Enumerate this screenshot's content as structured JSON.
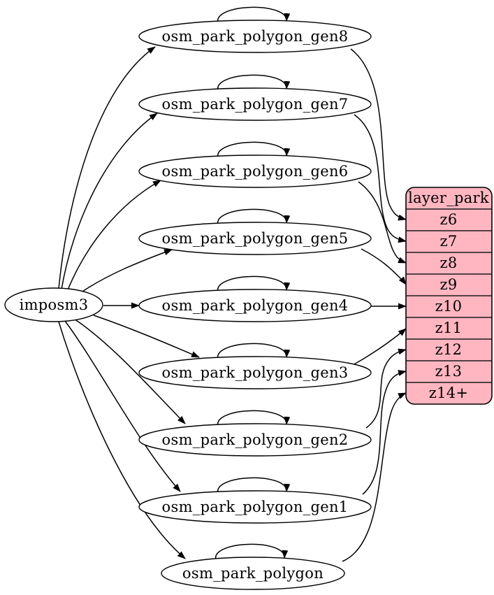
{
  "diagram": {
    "background": "#ffffff",
    "source_node": {
      "label": "imposm3"
    },
    "gen_nodes": [
      {
        "label": "osm_park_polygon_gen8",
        "self_loop": true,
        "maps_to": "z6"
      },
      {
        "label": "osm_park_polygon_gen7",
        "self_loop": true,
        "maps_to": "z7"
      },
      {
        "label": "osm_park_polygon_gen6",
        "self_loop": true,
        "maps_to": "z8"
      },
      {
        "label": "osm_park_polygon_gen5",
        "self_loop": true,
        "maps_to": "z9"
      },
      {
        "label": "osm_park_polygon_gen4",
        "self_loop": true,
        "maps_to": "z10"
      },
      {
        "label": "osm_park_polygon_gen3",
        "self_loop": true,
        "maps_to": "z11"
      },
      {
        "label": "osm_park_polygon_gen2",
        "self_loop": true,
        "maps_to": "z12"
      },
      {
        "label": "osm_park_polygon_gen1",
        "self_loop": true,
        "maps_to": "z13"
      },
      {
        "label": "osm_park_polygon",
        "self_loop": true,
        "maps_to": "z14+"
      }
    ],
    "layer_node": {
      "title": "layer_park",
      "rows": [
        "z6",
        "z7",
        "z8",
        "z9",
        "z10",
        "z11",
        "z12",
        "z13",
        "z14+"
      ],
      "fill": "#ffb6c1",
      "stroke": "#000000"
    },
    "edges": [
      {
        "from": "imposm3",
        "to": "osm_park_polygon_gen8"
      },
      {
        "from": "imposm3",
        "to": "osm_park_polygon_gen7"
      },
      {
        "from": "imposm3",
        "to": "osm_park_polygon_gen6"
      },
      {
        "from": "imposm3",
        "to": "osm_park_polygon_gen5"
      },
      {
        "from": "imposm3",
        "to": "osm_park_polygon_gen4"
      },
      {
        "from": "imposm3",
        "to": "osm_park_polygon_gen3"
      },
      {
        "from": "imposm3",
        "to": "osm_park_polygon_gen2"
      },
      {
        "from": "imposm3",
        "to": "osm_park_polygon_gen1"
      },
      {
        "from": "imposm3",
        "to": "osm_park_polygon"
      },
      {
        "from": "osm_park_polygon_gen8",
        "to": "osm_park_polygon_gen8"
      },
      {
        "from": "osm_park_polygon_gen7",
        "to": "osm_park_polygon_gen7"
      },
      {
        "from": "osm_park_polygon_gen6",
        "to": "osm_park_polygon_gen6"
      },
      {
        "from": "osm_park_polygon_gen5",
        "to": "osm_park_polygon_gen5"
      },
      {
        "from": "osm_park_polygon_gen4",
        "to": "osm_park_polygon_gen4"
      },
      {
        "from": "osm_park_polygon_gen3",
        "to": "osm_park_polygon_gen3"
      },
      {
        "from": "osm_park_polygon_gen2",
        "to": "osm_park_polygon_gen2"
      },
      {
        "from": "osm_park_polygon_gen1",
        "to": "osm_park_polygon_gen1"
      },
      {
        "from": "osm_park_polygon",
        "to": "osm_park_polygon"
      },
      {
        "from": "osm_park_polygon_gen8",
        "to": "layer_park:z6"
      },
      {
        "from": "osm_park_polygon_gen7",
        "to": "layer_park:z7"
      },
      {
        "from": "osm_park_polygon_gen6",
        "to": "layer_park:z8"
      },
      {
        "from": "osm_park_polygon_gen5",
        "to": "layer_park:z9"
      },
      {
        "from": "osm_park_polygon_gen4",
        "to": "layer_park:z10"
      },
      {
        "from": "osm_park_polygon_gen3",
        "to": "layer_park:z11"
      },
      {
        "from": "osm_park_polygon_gen2",
        "to": "layer_park:z12"
      },
      {
        "from": "osm_park_polygon_gen1",
        "to": "layer_park:z13"
      },
      {
        "from": "osm_park_polygon",
        "to": "layer_park:z14+"
      }
    ]
  }
}
